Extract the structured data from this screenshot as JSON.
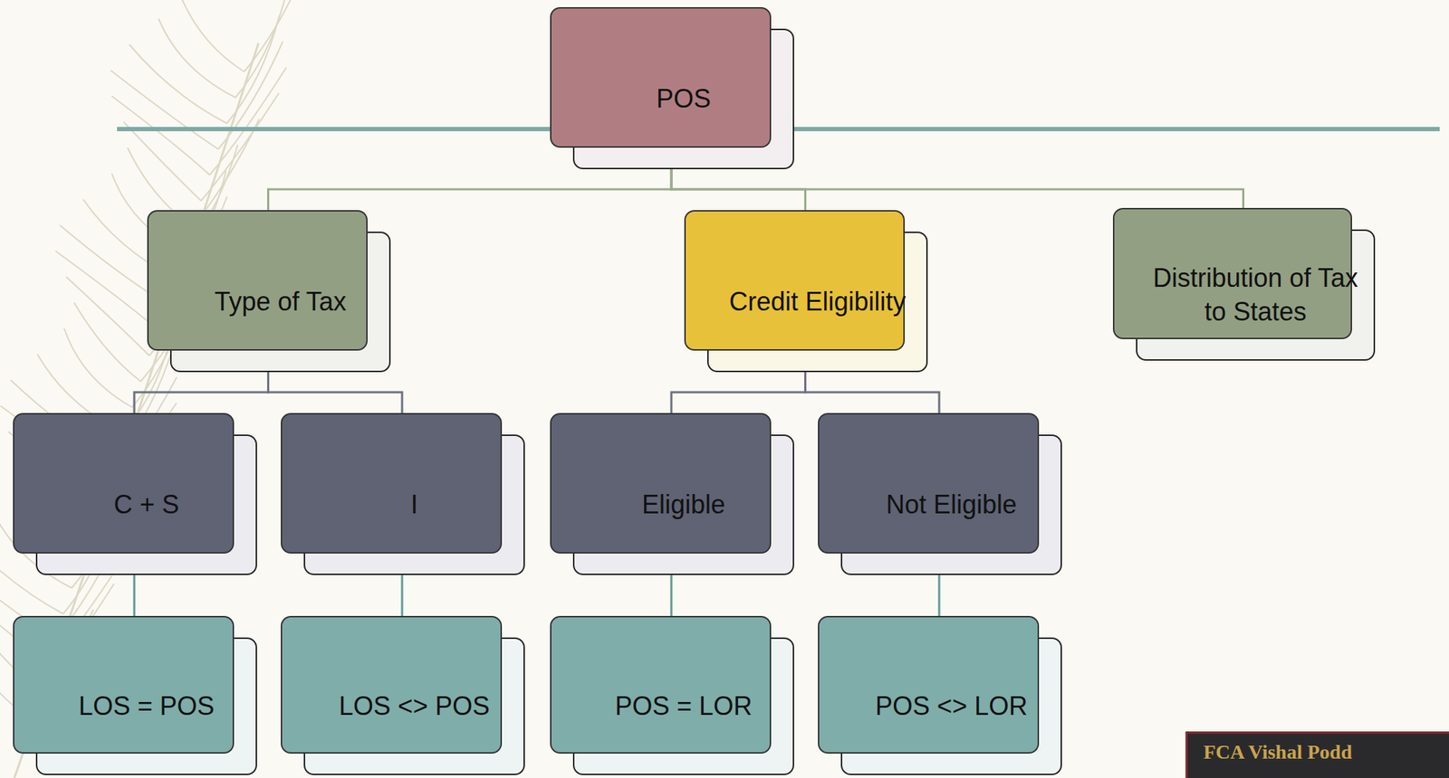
{
  "diagram": {
    "nodes": [
      {
        "text": [
          "POS"
        ]
      },
      {
        "text": [
          "Type of Tax"
        ]
      },
      {
        "text": [
          "Credit Eligibility"
        ]
      },
      {
        "text": [
          "Distribution of Tax to States"
        ]
      },
      {
        "text": [
          "C + S"
        ]
      },
      {
        "text": [
          "I"
        ]
      },
      {
        "text": [
          "Eligible"
        ]
      },
      {
        "text": [
          "Not Eligible"
        ]
      },
      {
        "text": [
          "LOS = POS"
        ]
      },
      {
        "text": [
          "LOS <> POS"
        ]
      },
      {
        "text": [
          "POS = LOR"
        ]
      },
      {
        "text": [
          "POS <> LOR"
        ]
      }
    ],
    "edges": [
      {
        "from": 0,
        "to": 1,
        "arrow": "none"
      },
      {
        "from": 0,
        "to": 2,
        "arrow": "none"
      },
      {
        "from": 0,
        "to": 3,
        "arrow": "none"
      },
      {
        "from": 1,
        "to": 4,
        "arrow": "none"
      },
      {
        "from": 1,
        "to": 5,
        "arrow": "none"
      },
      {
        "from": 2,
        "to": 6,
        "arrow": "none"
      },
      {
        "from": 2,
        "to": 7,
        "arrow": "none"
      },
      {
        "from": 4,
        "to": 8,
        "arrow": "none"
      },
      {
        "from": 5,
        "to": 9,
        "arrow": "none"
      },
      {
        "from": 6,
        "to": 10,
        "arrow": "none"
      },
      {
        "from": 7,
        "to": 11,
        "arrow": "none"
      }
    ],
    "labels": [
      "FCA Vishal Podd"
    ]
  }
}
